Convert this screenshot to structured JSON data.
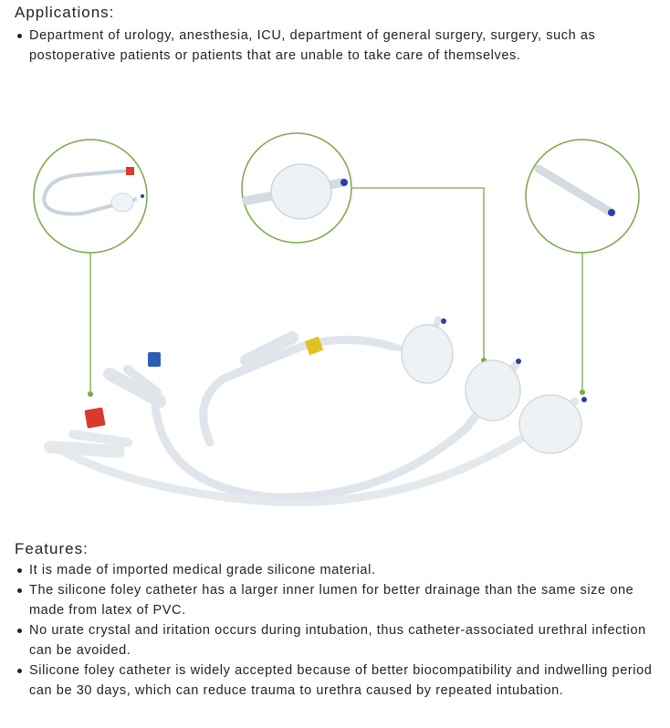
{
  "applications": {
    "title": "Applications:",
    "items": [
      "Department of urology, anesthesia, ICU, department of general surgery, surgery, such as postoperative patients or patients that are unable to take care of themselves."
    ]
  },
  "features": {
    "title": "Features:",
    "items": [
      "It is made of imported medical grade silicone material.",
      "The silicone foley catheter has a larger inner lumen for better drainage than the same size one made from latex of PVC.",
      "No urate crystal and iritation occurs during intubation, thus catheter-associated urethral infection can be avoided.",
      "Silicone foley catheter is widely accepted because of better biocompatibility and indwelling period can be 30 days, which can reduce trauma to urethra caused by repeated intubation."
    ]
  },
  "colors": {
    "accent_green": "#7aa84a",
    "valve_red": "#d83a2c",
    "valve_blue": "#2d5fb8",
    "valve_yellow": "#e2c21f",
    "tip_blue": "#2b3fa8"
  }
}
